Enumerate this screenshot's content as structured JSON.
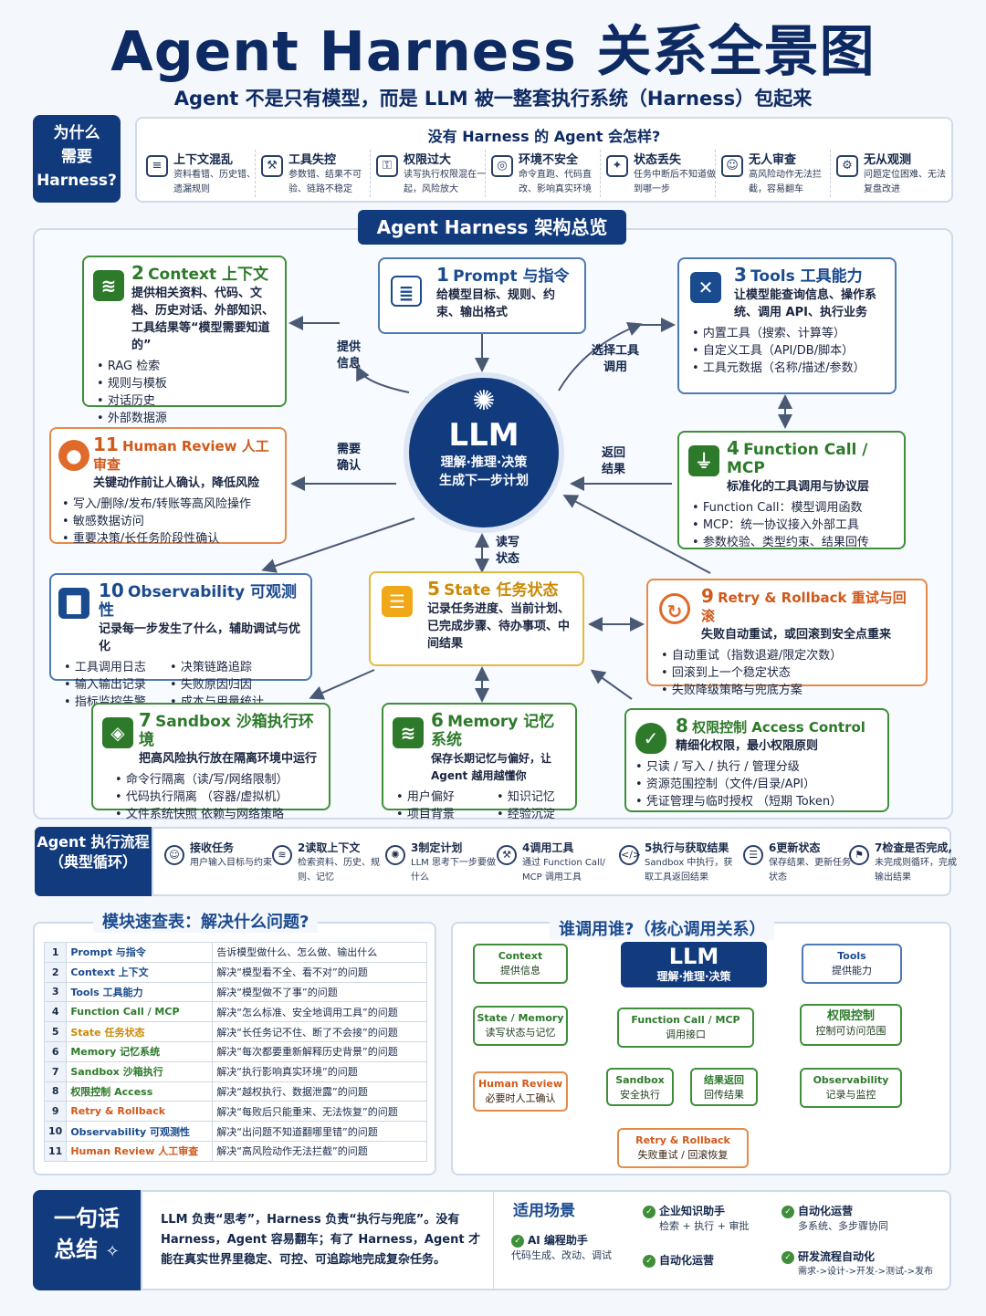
{
  "header": {
    "title": "Agent Harness 关系全景图",
    "subtitle": "Agent 不是只有模型，而是 LLM 被一整套执行系统（Harness）包起来"
  },
  "why": {
    "label_lines": [
      "为什么",
      "需要",
      "Harness?"
    ],
    "heading": "没有 Harness 的 Agent 会怎样?",
    "problems": [
      {
        "title": "上下文混乱",
        "desc": "资料看错、历史错、遗漏规则",
        "icon": "document-icon"
      },
      {
        "title": "工具失控",
        "desc": "参数错、结果不可验、链路不稳定",
        "icon": "toolbox-icon"
      },
      {
        "title": "权限过大",
        "desc": "读写执行权限混在一起，风险放大",
        "icon": "user-lock-icon"
      },
      {
        "title": "环境不安全",
        "desc": "命令直跑、代码直改、影响真实环境",
        "icon": "globe-icon"
      },
      {
        "title": "状态丢失",
        "desc": "任务中断后不知道做到哪一步",
        "icon": "bulb-icon"
      },
      {
        "title": "无人审查",
        "desc": "高风险动作无法拦截，容易翻车",
        "icon": "person-icon"
      },
      {
        "title": "无从观测",
        "desc": "问题定位困难、无法复盘改进",
        "icon": "gear-icon"
      }
    ]
  },
  "arch": {
    "title": "Agent Harness 架构总览",
    "llm": {
      "name": "LLM",
      "line1": "理解·推理·决策",
      "line2": "生成下一步计划"
    },
    "connectors": {
      "provide": "提供\n信息",
      "select": "选择工具\n调用",
      "confirm": "需要\n确认",
      "return": "返回\n结果",
      "rw": "读写\n状态"
    },
    "modules": {
      "context": {
        "num": "2",
        "name": "Context  上下文",
        "desc": "提供相关资料、代码、文档、历史对话、外部知识、工具结果等“模型需要知道的”",
        "items": [
          "RAG 检索",
          "规则与模板",
          "对话历史",
          "外部数据源"
        ]
      },
      "prompt": {
        "num": "1",
        "name": "Prompt 与指令",
        "desc": "给模型目标、规则、约束、输出格式"
      },
      "tools": {
        "num": "3",
        "name": "Tools  工具能力",
        "desc": "让模型能查询信息、操作系统、调用 API、执行业务",
        "items": [
          "内置工具（搜索、计算等）",
          "自定义工具（API/DB/脚本）",
          "工具元数据（名称/描述/参数）"
        ]
      },
      "human": {
        "num": "11",
        "name": "Human Review 人工审查",
        "desc": "关键动作前让人确认，降低风险",
        "items": [
          "写入/删除/发布/转账等高风险操作",
          "敏感数据访问",
          "重要决策/长任务阶段性确认"
        ]
      },
      "function": {
        "num": "4",
        "name": "Function Call / MCP",
        "desc": "标准化的工具调用与协议层",
        "items": [
          "Function Call：模型调用函数",
          "MCP：统一协议接入外部工具",
          "参数校验、类型约束、结果回传"
        ]
      },
      "observability": {
        "num": "10",
        "name": "Observability  可观测性",
        "desc": "记录每一步发生了什么，辅助调试与优化",
        "items_left": [
          "工具调用日志",
          "输入输出记录",
          "指标监控告警"
        ],
        "items_right": [
          "决策链路追踪",
          "失败原因归因",
          "成本与用量统计"
        ]
      },
      "state": {
        "num": "5",
        "name": "State  任务状态",
        "desc": "记录任务进度、当前计划、已完成步骤、待办事项、中间结果"
      },
      "retry": {
        "num": "9",
        "name": "Retry & Rollback  重试与回滚",
        "desc": "失败自动重试，或回滚到安全点重来",
        "items": [
          "自动重试（指数退避/限定次数）",
          "回滚到上一个稳定状态",
          "失败降级策略与兜底方案"
        ]
      },
      "sandbox": {
        "num": "7",
        "name": "Sandbox  沙箱执行环境",
        "desc": "把高风险执行放在隔离环境中运行",
        "items": [
          "命令行隔离（读/写/网络限制）",
          "代码执行隔离 （容器/虚拟机）",
          "文件系统快照   依赖与网络策略"
        ]
      },
      "memory": {
        "num": "6",
        "name": "Memory  记忆系统",
        "desc": "保存长期记忆与偏好，让 Agent 越用越懂你",
        "items_left": [
          "用户偏好",
          "项目背景"
        ],
        "items_right": [
          "知识记忆",
          "经验沉淀"
        ]
      },
      "access": {
        "num": "8",
        "name": "权限控制  Access Control",
        "desc": "精细化权限，最小权限原则",
        "items": [
          "只读 / 写入 / 执行 / 管理分级",
          "资源范围控制（文件/目录/API）",
          "凭证管理与临时授权 （短期 Token）"
        ]
      }
    }
  },
  "flow": {
    "label_lines": [
      "Agent 执行流程",
      "（典型循环）"
    ],
    "steps": [
      {
        "title": "接收任务",
        "desc": "用户输入目标与约束"
      },
      {
        "title": "2读取上下文",
        "desc": "检索资料、历史、规则、记忆"
      },
      {
        "title": "3制定计划",
        "desc": "LLM 思考下一步要做什么"
      },
      {
        "title": "4调用工具",
        "desc": "通过 Function Call/ MCP 调用工具"
      },
      {
        "title": "5执行与获取结果",
        "desc": "Sandbox 中执行，获取工具返回结果"
      },
      {
        "title": "6更新状态",
        "desc": "保存结果、更新任务状态"
      },
      {
        "title": "7检查是否完成,",
        "desc": "未完成则循环，完成输出结果"
      }
    ]
  },
  "quick": {
    "heading": "模块速查表：解决什么问题?",
    "rows": [
      {
        "n": "1",
        "module": "Prompt 与指令",
        "solve": "告诉模型做什么、怎么做、输出什么"
      },
      {
        "n": "2",
        "module": "Context 上下文",
        "solve": "解决“模型看不全、看不对”的问题"
      },
      {
        "n": "3",
        "module": "Tools 工具能力",
        "solve": "解决“模型做不了事”的问题"
      },
      {
        "n": "4",
        "module": "Function Call / MCP",
        "solve": "解决“怎么标准、安全地调用工具”的问题"
      },
      {
        "n": "5",
        "module": "State 任务状态",
        "solve": "解决“长任务记不住、断了不会接”的问题"
      },
      {
        "n": "6",
        "module": "Memory 记忆系统",
        "solve": "解决“每次都要重新解释历史背景”的问题"
      },
      {
        "n": "7",
        "module": "Sandbox 沙箱执行",
        "solve": "解决“执行影响真实环境”的问题"
      },
      {
        "n": "8",
        "module": "权限控制 Access",
        "solve": "解决“越权执行、数据泄露”的问题"
      },
      {
        "n": "9",
        "module": "Retry & Rollback",
        "solve": "解决“每败后只能重来、无法恢复”的问题"
      },
      {
        "n": "10",
        "module": "Observability 可观测性",
        "solve": "解决“出问题不知道翻哪里错”的问题"
      },
      {
        "n": "11",
        "module": "Human Review 人工审查",
        "solve": "解决“高风险动作无法拦截”的问题"
      }
    ]
  },
  "who": {
    "heading": "谁调用谁?（核心调用关系）",
    "llm": {
      "name": "LLM",
      "sub": "理解·推理·决策"
    },
    "nodes": {
      "context": {
        "k": "Context",
        "s": "提供信息"
      },
      "tools": {
        "k": "Tools",
        "s": "提供能力"
      },
      "state": {
        "k": "State / Memory",
        "s": "读写状态与记忆"
      },
      "function": {
        "k": "Function Call / MCP",
        "s": "调用接口"
      },
      "access": {
        "k": "权限控制",
        "s": "控制可访问范围"
      },
      "human": {
        "k": "Human Review",
        "s": "必要时人工确认"
      },
      "sandbox": {
        "k": "Sandbox",
        "s": "安全执行"
      },
      "result": {
        "k": "结果返回",
        "s": "回传结果"
      },
      "observability": {
        "k": "Observability",
        "s": "记录与监控"
      },
      "retry": {
        "k": "Retry & Rollback",
        "s": "失败重试 / 回滚恢复"
      }
    }
  },
  "summary": {
    "label_lines": [
      "一句话",
      "总结"
    ],
    "text": "LLM 负责“思考”，Harness 负责“执行与兜底”。没有 Harness，Agent 容易翻车；有了 Harness，Agent 才能在真实世界里稳定、可控、可追踪地完成复杂任务。",
    "scene_heading": "适用场景",
    "scenes": [
      {
        "title": "AI 编程助手",
        "desc": "代码生成、改动、调试"
      },
      {
        "title": "企业知识助手",
        "desc": "检索 + 执行 + 审批"
      },
      {
        "title": "自动化运营",
        "desc": "多系统、多步骤协同"
      },
      {
        "title": "研发流程自动化",
        "desc": "需求->设计->开发->测试->发布"
      },
      {
        "title": "自动化运营",
        "desc": ""
      }
    ],
    "extra_scene": "自动化运营"
  }
}
